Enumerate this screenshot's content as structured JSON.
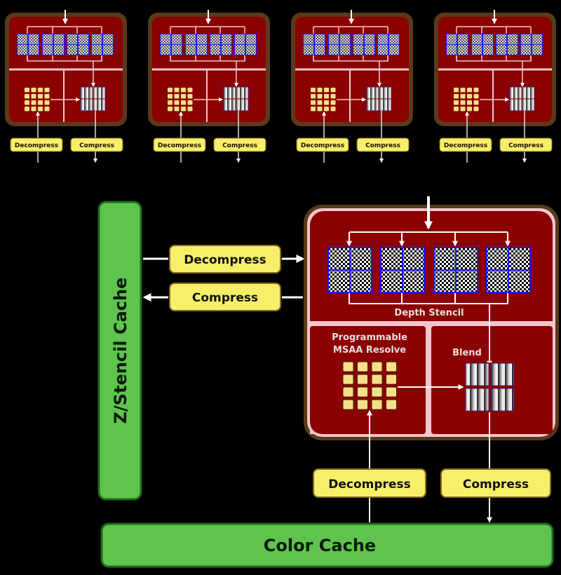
{
  "title": "Render back-end block diagram with compression and caches",
  "colors": {
    "background": "#000000",
    "block_fill": "#8b0000",
    "block_border": "#5a3a1a",
    "block_divider": "#f4c6cc",
    "label_box": "#f7ef6a",
    "cache_green": "#5ec44e",
    "cache_border": "#1d6b1d",
    "tile_blue": "#1a1aff",
    "resolve_tile": "#f7df8a",
    "arrow": "#ffffff"
  },
  "small_units": {
    "count": 4,
    "decompress_label": "Decompress",
    "compress_label": "Compress"
  },
  "main_unit": {
    "depth_stencil_label": "Depth Stencil",
    "resolve_label_line1": "Programmable",
    "resolve_label_line2": "MSAA Resolve",
    "blend_label": "Blend",
    "z_decompress_label": "Decompress",
    "z_compress_label": "Compress",
    "color_decompress_label": "Decompress",
    "color_compress_label": "Compress"
  },
  "caches": {
    "z_stencil": "Z/Stencil Cache",
    "color": "Color Cache"
  }
}
